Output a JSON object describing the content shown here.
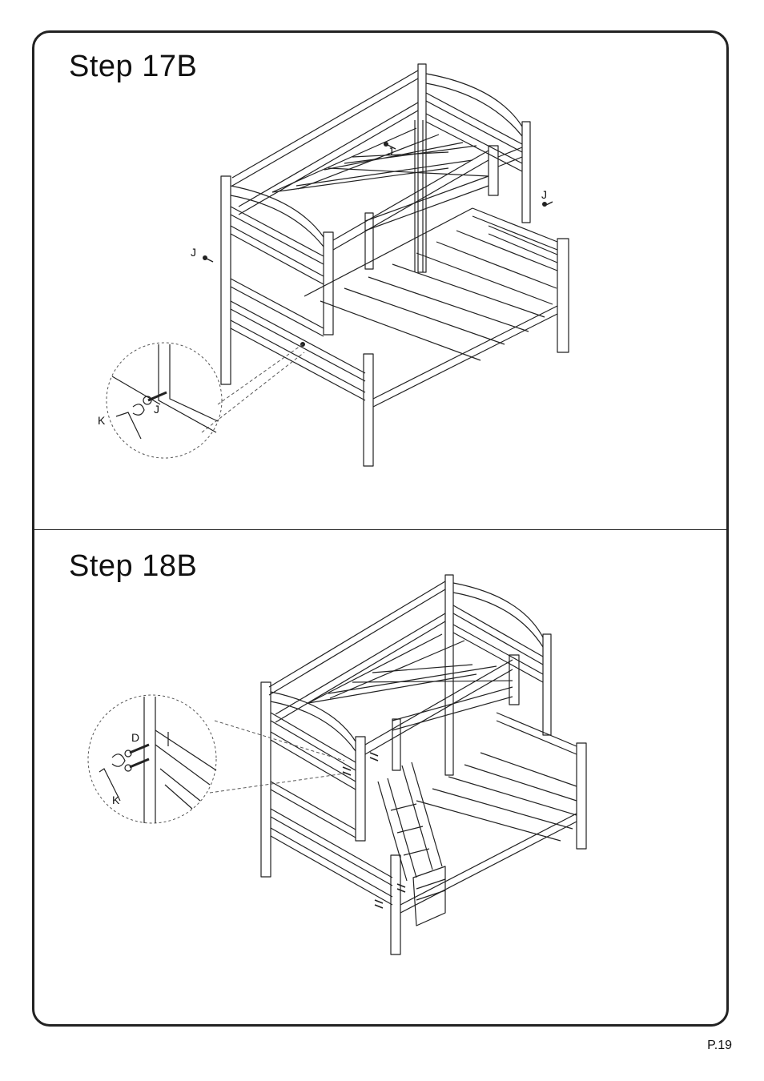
{
  "steps": [
    {
      "title": "Step  17B",
      "labels": {
        "bolt": "J",
        "wrench": "K"
      }
    },
    {
      "title": "Step  18B",
      "labels": {
        "bolt": "D",
        "wrench": "K"
      }
    }
  ],
  "page_number": "P.19"
}
